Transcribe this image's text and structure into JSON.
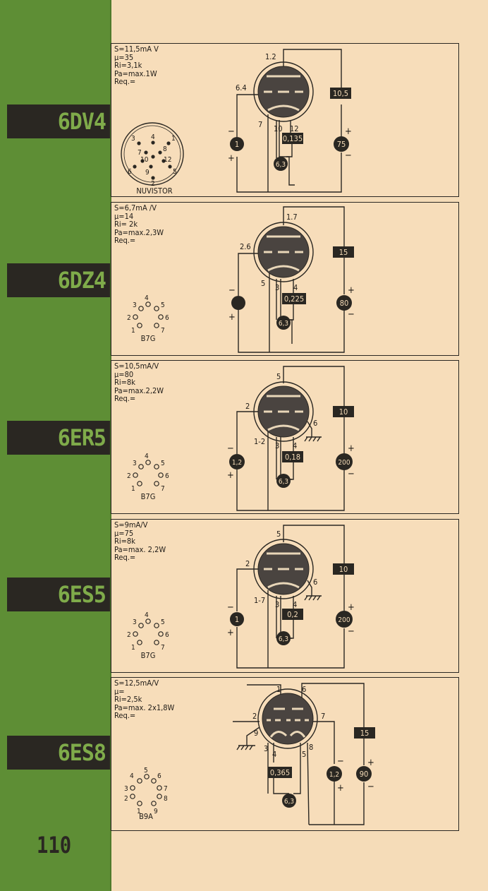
{
  "page_number": "110",
  "tubes": [
    {
      "name": "6DV4",
      "specs": {
        "s": "S=11,5mA V",
        "mu": "μ=35",
        "ri": "Ri=3,1k",
        "pa": "Pa=max.1W",
        "req": "Req.="
      },
      "socket": {
        "name": "NUVISTOR",
        "pins": [
          "3",
          "4",
          "1",
          "7",
          "8",
          "10",
          "12",
          "6",
          "9",
          "5",
          "2"
        ]
      },
      "pins": {
        "anode": "1.2",
        "grid": "6.4",
        "k1": "7",
        "k2": "10",
        "k3": "12"
      },
      "values": {
        "left_circle": "1",
        "right_circle": "75",
        "heater": "6,3",
        "current": "0,135",
        "resistor": "10,5"
      },
      "polarity": {
        "minus_left": "−",
        "plus_left": "+",
        "plus_right": "+",
        "minus_right": "−"
      }
    },
    {
      "name": "6DZ4",
      "specs": {
        "s": "S=6,7mA /V",
        "mu": "μ=14",
        "ri": "Ri= 2k",
        "pa": "Pa=max.2,3W",
        "req": "Req.="
      },
      "socket": {
        "name": "B7G",
        "pins": [
          "3",
          "4",
          "5",
          "2",
          "6",
          "1",
          "7"
        ]
      },
      "pins": {
        "anode": "1.7",
        "grid": "2.6",
        "k1": "5",
        "k2": "3",
        "k3": "4"
      },
      "values": {
        "left_circle": "",
        "right_circle": "80",
        "heater": "6,3",
        "current": "0,225",
        "resistor": "15"
      },
      "polarity": {
        "minus_left": "−",
        "plus_left": "+",
        "plus_right": "+",
        "minus_right": "−"
      }
    },
    {
      "name": "6ER5",
      "specs": {
        "s": "S=10,5mA/V",
        "mu": "μ=80",
        "ri": "Ri=8k",
        "pa": "Pa=max.2,2W",
        "req": "Req.="
      },
      "socket": {
        "name": "B7G",
        "pins": [
          "3",
          "4",
          "5",
          "2",
          "6",
          "1",
          "7"
        ]
      },
      "pins": {
        "anode": "5",
        "grid": "2",
        "k1": "1-2",
        "k2": "3",
        "k3": "4",
        "screen": "6"
      },
      "values": {
        "left_circle": "1,2",
        "right_circle": "200",
        "heater": "6,3",
        "current": "0,18",
        "resistor": "10"
      },
      "polarity": {
        "minus_left": "−",
        "plus_left": "+",
        "plus_right": "+",
        "minus_right": "−"
      }
    },
    {
      "name": "6ES5",
      "specs": {
        "s": "S=9mA/V",
        "mu": "μ=75",
        "ri": "Ri=8k",
        "pa": "Pa=max. 2,2W",
        "req": "Req.="
      },
      "socket": {
        "name": "B7G",
        "pins": [
          "3",
          "4",
          "5",
          "2",
          "6",
          "1",
          "7"
        ]
      },
      "pins": {
        "anode": "5",
        "grid": "2",
        "k1": "1-7",
        "k2": "3",
        "k3": "4",
        "screen": "6"
      },
      "values": {
        "left_circle": "1",
        "right_circle": "200",
        "heater": "6,3",
        "current": "0,2",
        "resistor": "10"
      },
      "polarity": {
        "minus_left": "−",
        "plus_left": "+",
        "plus_right": "+",
        "minus_right": "−"
      }
    },
    {
      "name": "6ES8",
      "specs": {
        "s": "S=12,5mA/V",
        "mu": "μ=",
        "ri": "Ri=2,5k",
        "pa": "Pa=max. 2x1,8W",
        "req": "Req.="
      },
      "socket": {
        "name": "B9A",
        "pins": [
          "4",
          "5",
          "6",
          "3",
          "7",
          "2",
          "8",
          "1",
          "9"
        ]
      },
      "pins": {
        "p1": "1",
        "p6": "6",
        "p2": "2",
        "p7": "7",
        "p9": "9",
        "p3": "3",
        "p4": "4",
        "p5": "5",
        "p8": "8"
      },
      "values": {
        "left_circle": "1,2",
        "right_circle": "90",
        "heater": "6,3",
        "current": "0,365",
        "resistor": "15"
      },
      "polarity": {
        "minus_left": "−",
        "plus_left": "+",
        "plus_right": "+",
        "minus_right": "−"
      }
    }
  ]
}
